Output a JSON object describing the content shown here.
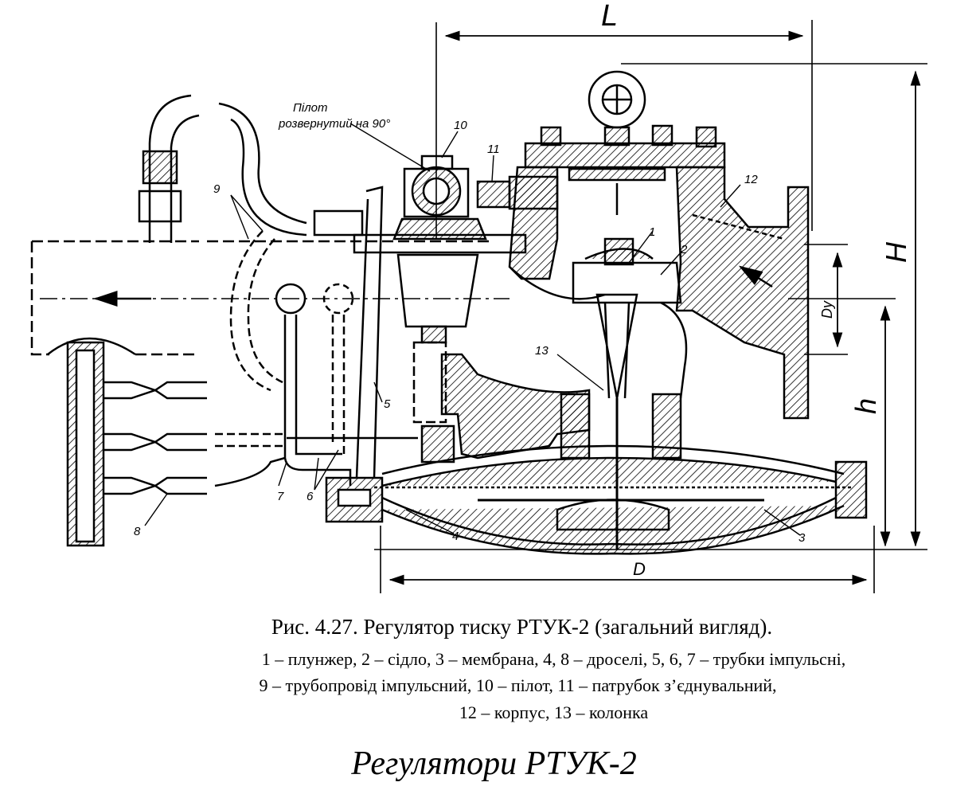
{
  "diagram": {
    "dimensions": {
      "L": "L",
      "H": "H",
      "h": "h",
      "Dy": "Dy",
      "D": "D"
    },
    "pilot_note": [
      "Пілот",
      "розвернутий на 90°"
    ],
    "callouts": [
      "1",
      "2",
      "3",
      "4",
      "5",
      "6",
      "7",
      "8",
      "9",
      "10",
      "11",
      "12",
      "13"
    ]
  },
  "caption": {
    "title": "Рис. 4.27. Регулятор тиску РТУК-2 (загальний вигляд).",
    "line1": "1 – плунжер,  2 – сідло,  3 – мембрана, 4, 8 – дроселі,  5, 6, 7 – трубки імпульсні,",
    "line2": "9 – трубопровід    імпульсний,   10 – пілот,    11 – патрубок   з’єднувальний,",
    "line3": "12 – корпус, 13 – колонка"
  },
  "heading": "Регулятори РТУК-2"
}
